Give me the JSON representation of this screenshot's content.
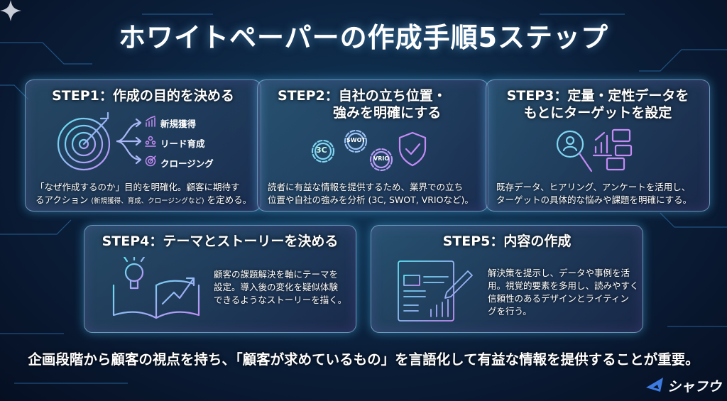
{
  "title": "ホワイトペーパーの作成手順5ステップ",
  "steps": [
    {
      "heading": "STEP1：作成の目的を決める",
      "goals": [
        "新規獲得",
        "リード育成",
        "クロージング"
      ],
      "desc_a": "「なぜ作成するのか」目的を明確化。顧客に期待す",
      "desc_b": "るアクション",
      "desc_small": "(新規獲得、育成、クロージングなど)",
      "desc_c": "を定める。"
    },
    {
      "heading_1": "STEP2：自社の立ち位置・",
      "heading_2": "強みを明確にする",
      "gears": [
        "3C",
        "SWOT",
        "VRIO"
      ],
      "desc_1": "読者に有益な情報を提供するため、業界での立ち",
      "desc_2": "位置や自社の強みを分析 (3C, SWOT, VRIOなど)。"
    },
    {
      "heading_1": "STEP3：定量・定性データを",
      "heading_2": "もとにターゲットを設定",
      "desc_1": "既存データ、ヒアリング、アンケートを活用し、",
      "desc_2": "ターゲットの具体的な悩みや課題を明確にする。"
    },
    {
      "heading": "STEP4：テーマとストーリーを決める",
      "desc_1": "顧客の課題解決を軸にテーマを",
      "desc_2": "設定。導入後の変化を疑似体験",
      "desc_3": "できるようなストーリーを描く。"
    },
    {
      "heading": "STEP5：内容の作成",
      "desc_1": "解決策を提示し、データや事例を活",
      "desc_2": "用。視覚的要素を多用し、読みやすく",
      "desc_3": "信頼性のあるデザインとライティン",
      "desc_4": "グを行う。"
    }
  ],
  "footer": "企画段階から顧客の視点を持ち、「顧客が求めているもの」を言語化して有益な情報を提供することが重要。",
  "logo": "シャフウ",
  "colors": {
    "cyan": "#5fe3f0",
    "violet": "#c48bf5",
    "blue": "#3d7be0"
  }
}
